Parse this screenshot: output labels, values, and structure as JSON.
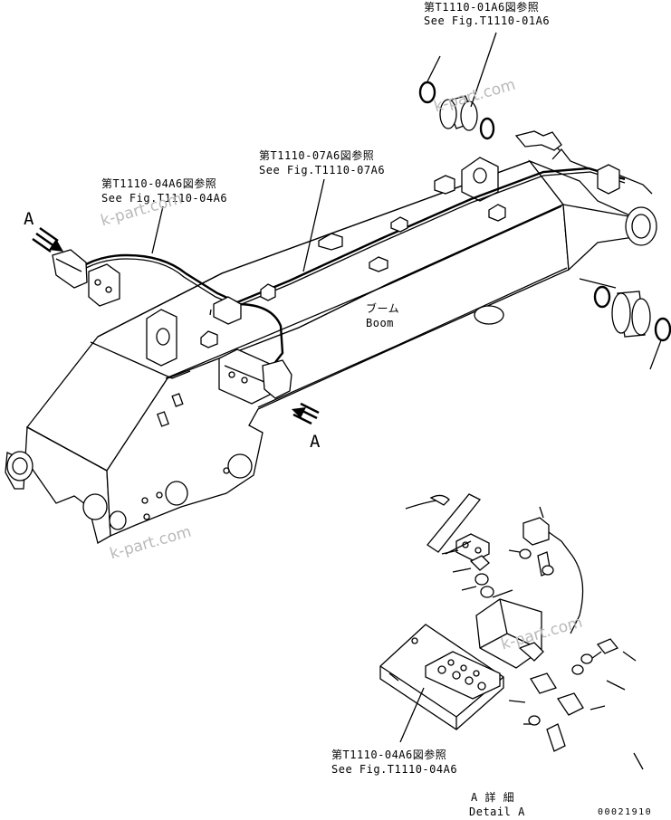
{
  "callouts": {
    "fig_01a6": {
      "ja": "第T1110-01A6図参照",
      "en": "See Fig.T1110-01A6"
    },
    "fig_07a6": {
      "ja": "第T1110-07A6図参照",
      "en": "See Fig.T1110-07A6"
    },
    "fig_04a6_top": {
      "ja": "第T1110-04A6図参照",
      "en": "See Fig.T1110-04A6"
    },
    "fig_04a6_detail": {
      "ja": "第T1110-04A6図参照",
      "en": "See Fig.T1110-04A6"
    }
  },
  "boom": {
    "ja": "ブーム",
    "en": "Boom"
  },
  "view_a_left": "A",
  "view_a_right": "A",
  "detail": {
    "ja": "A 詳 細",
    "en": "Detail A"
  },
  "drawing_number": "00021910",
  "watermarks": [
    "k-part.com",
    "k-part.com",
    "k-part.com",
    "k-part.com"
  ],
  "colors": {
    "line": "#000000",
    "background": "#ffffff",
    "watermark": "#b9b9b9"
  }
}
